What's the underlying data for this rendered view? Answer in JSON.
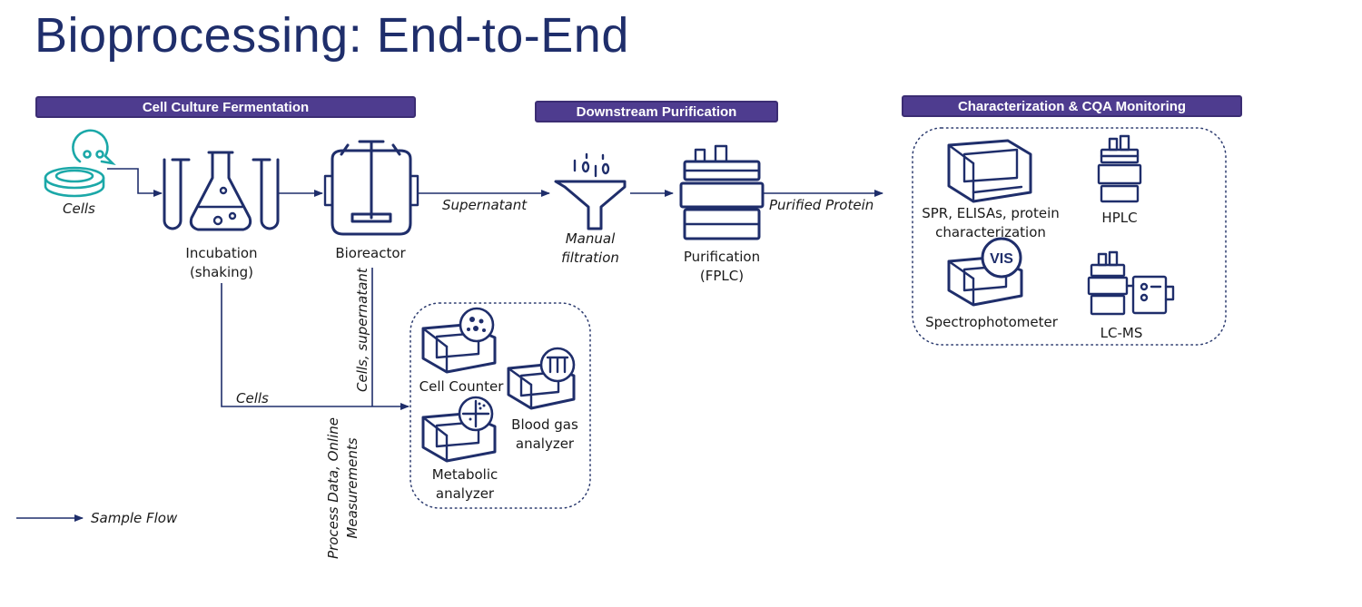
{
  "title": "Bioprocessing: End-to-End",
  "sections": {
    "cell_culture": "Cell Culture Fermentation",
    "downstream": "Downstream Purification",
    "characterization": "Characterization & CQA Monitoring"
  },
  "nodes": {
    "cells": "Cells",
    "incubation": [
      "Incubation",
      "(shaking)"
    ],
    "bioreactor": "Bioreactor",
    "manual_filtration": [
      "Manual",
      "filtration"
    ],
    "purification": [
      "Purification",
      "(FPLC)"
    ],
    "spr": [
      "SPR, ELISAs, protein",
      "characterization"
    ],
    "hplc": "HPLC",
    "spectrophotometer": "Spectrophotometer",
    "vis_badge": "VIS",
    "lcms": "LC-MS",
    "cell_counter": "Cell Counter",
    "blood_gas": [
      "Blood gas",
      "analyzer"
    ],
    "metabolic": [
      "Metabolic",
      "analyzer"
    ]
  },
  "flows": {
    "supernatant": "Supernatant",
    "purified_protein": "Purified Protein",
    "cells_supernatant": "Cells, supernatant",
    "cells_branch": "Cells",
    "process_data": [
      "Process Data, Online",
      "Measurements"
    ]
  },
  "legend": {
    "sample_flow": "Sample Flow"
  },
  "colors": {
    "navy": "#1f2e6b",
    "header": "#4e3c8f",
    "teal": "#1ba8a8"
  }
}
